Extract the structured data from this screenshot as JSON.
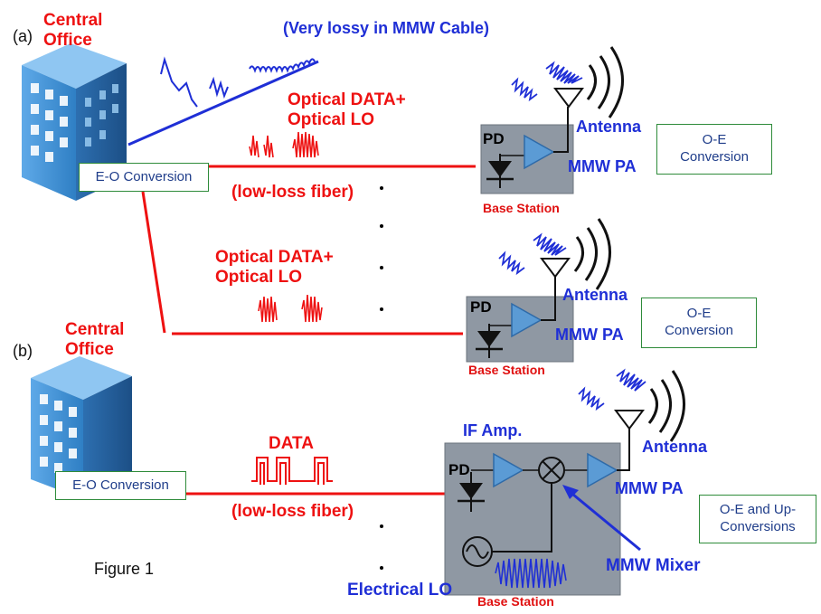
{
  "panel_a": {
    "tag": "(a)",
    "office_label": "Central\nOffice",
    "cable_note": "(Very lossy in MMW Cable)",
    "eo_box": "E-O Conversion",
    "signal_label_1": "Optical DATA+\nOptical LO",
    "signal_label_2": "Optical DATA+\nOptical LO",
    "fiber_label": "(low-loss fiber)",
    "station1": {
      "pd": "PD",
      "antenna": "Antenna",
      "pa": "MMW PA",
      "base": "Base Station",
      "oe_box": "O-E\nConversion"
    },
    "station2": {
      "pd": "PD",
      "antenna": "Antenna",
      "pa": "MMW PA",
      "base": "Base Station",
      "oe_box": "O-E\nConversion"
    }
  },
  "panel_b": {
    "tag": "(b)",
    "office_label": "Central\nOffice",
    "eo_box": "E-O Conversion",
    "data_label": "DATA",
    "fiber_label": "(low-loss fiber)",
    "station": {
      "if_amp": "IF Amp.",
      "pd": "PD",
      "antenna": "Antenna",
      "pa": "MMW PA",
      "mixer": "MMW Mixer",
      "lo": "Electrical LO",
      "base": "Base Station",
      "oe_box": "O-E and Up-\nConversions"
    }
  },
  "caption": "Figure 1",
  "colors": {
    "fiber": "#ee1111",
    "cable": "#1f2fd6",
    "station_bg": "#8f98a3",
    "triangle": "#5b9bd5",
    "building": "#3e8fd6"
  },
  "icons": [
    "building-icon",
    "antenna-icon",
    "photodiode-icon",
    "amplifier-icon",
    "mixer-icon",
    "oscillator-icon",
    "radio-wave-icon"
  ]
}
